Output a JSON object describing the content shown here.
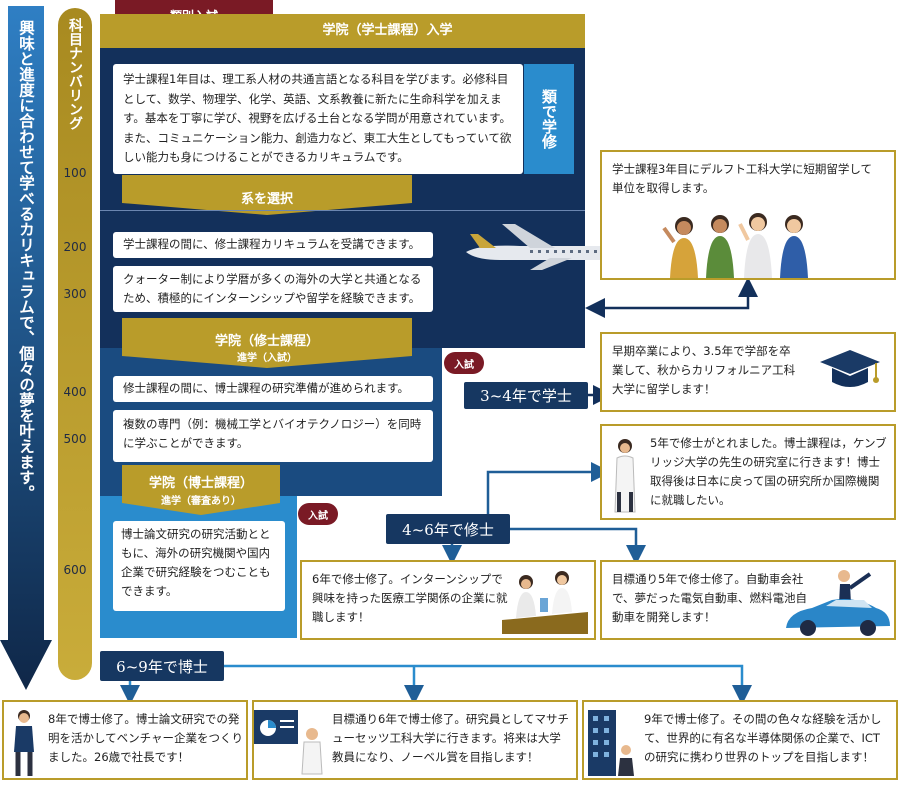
{
  "left_arrow_text": "興味と進度に合わせて学べるカリキュラムで、個々の夢を叶えます。",
  "numbering": {
    "title": "科目ナンバリング",
    "levels": [
      "100",
      "200",
      "300",
      "400",
      "500",
      "600"
    ]
  },
  "top_tab": "類別入試",
  "undergrad": {
    "title": "学院（学士課程）入学",
    "body": "学士課程1年目は、理工系人材の共通言語となる科目を学びます。必修科目として、数学、物理学、化学、英語、文系教養に新たに生命科学を加えます。基本を丁寧に学び、視野を広げる土台となる学問が用意されています。また、コミュニケーション能力、創造力など、東工大生としてもっていて欲しい能力も身につけることができるカリキュラムです。",
    "side_label": "類で学修"
  },
  "choose": {
    "title": "系を選択",
    "item1": "学士課程の間に、修士課程カリキュラムを受講できます。",
    "item2": "クォーター制により学暦が多くの海外の大学と共通となるため、積極的にインターンシップや留学を経験できます。"
  },
  "master": {
    "title": "学院（修士課程）",
    "sub": "進学（入試）",
    "item1": "修士課程の間に、博士課程の研究準備が進められます。",
    "item2": "複数の専門（例：機械工学とバイオテクノロジー）を同時に学ぶことができます。"
  },
  "doctor": {
    "title": "学院（博士課程）",
    "sub": "進学（審査あり）",
    "body": "博士論文研究の研究活動とともに、海外の研究機関や国内企業で研究経験をつむこともできます。"
  },
  "entrance_tag": "入試",
  "milestones": {
    "bachelor": "3~4年で学士",
    "master": "4~6年で修士",
    "doctor": "6~9年で博士"
  },
  "stories": {
    "delft": "学士課程3年目にデルフト工科大学に短期留学して単位を取得します。",
    "early": "早期卒業により、3.5年で学部を卒業して、秋からカリフォルニア工科大学に留学します！",
    "cambridge": "5年で修士がとれました。博士課程は，ケンブリッジ大学の先生の研究室に行きます！博士取得後は日本に戻って国の研究所か国際機関に就職したい。",
    "medical": "6年で修士修了。インターンシップで興味を持った医療工学関係の企業に就職します！",
    "car": "目標通り5年で修士修了。自動車会社で、夢だった電気自動車、燃料電池自動車を開発します！",
    "venture": "8年で博士修了。博士論文研究での発明を活かしてベンチャー企業をつくりました。26歳で社長です！",
    "mit": "目標通り6年で博士修了。研究員としてマサチューセッツ工科大学に行きます。将来は大学教員になり、ノーベル賞を目指します！",
    "ict": "9年で博士修了。その間の色々な経験を活かして、世界的に有名な半導体関係の企業で、ICTの研究に携わり世界のトップを目指します！"
  },
  "colors": {
    "gold": "#b99c2a",
    "navy": "#13305b",
    "mid_blue": "#1a4b80",
    "light_blue": "#2a8ccd",
    "maroon": "#7a1a25",
    "arrow_blue": "#1f5e97"
  }
}
